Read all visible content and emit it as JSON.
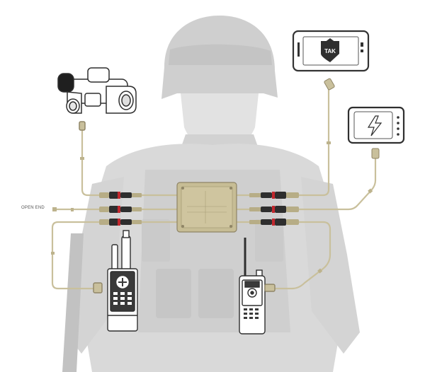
{
  "labels": {
    "open_end": "OPEN END",
    "tak": "TAK"
  },
  "icons": {
    "nvg": "binocular-night-vision-icon",
    "tablet": "tak-tablet-icon",
    "battery": "power-battery-icon",
    "hub": "power-data-hub-icon",
    "radio_left": "manpack-radio-icon",
    "radio_right": "handheld-radio-icon",
    "soldier": "soldier-silhouette"
  },
  "colors": {
    "cable": "#c9c09c",
    "cable_dark": "#a89e78",
    "hub": "#c7bd95",
    "connector_red": "#c1272d",
    "soldier": "#d8d8d8",
    "device_outline": "#3a3a3a"
  }
}
